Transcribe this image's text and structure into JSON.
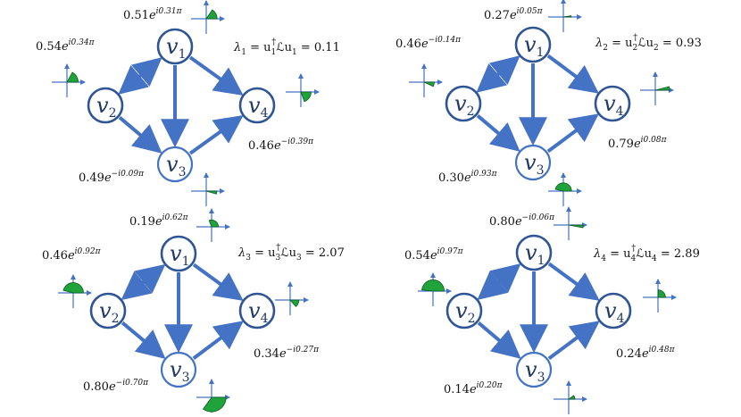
{
  "colors": {
    "edge": "#4472c4",
    "node_stroke": "#2f5597",
    "node_text": "#1f3864",
    "axis": "#4472c4",
    "sector_fill": "#1fa33a",
    "sector_stroke": "#0f5c1f"
  },
  "panels": [
    {
      "eigen_label": {
        "base": "λ",
        "sub": "1",
        "mid": " = u",
        "mid_sub": "1",
        "dagger": "†",
        "op": "ℒu",
        "op_sub": "1",
        "value": " = 0.11"
      },
      "nodes": [
        {
          "id": "v1",
          "label": "v",
          "sub": "1",
          "filled": true,
          "value": {
            "mag": "0.51",
            "phase": "i0.31π"
          },
          "angle_frac": 0.31,
          "mag_num": 0.51
        },
        {
          "id": "v2",
          "label": "v",
          "sub": "2",
          "filled": true,
          "value": {
            "mag": "0.54",
            "phase": "i0.34π"
          },
          "angle_frac": 0.34,
          "mag_num": 0.54
        },
        {
          "id": "v3",
          "label": "v",
          "sub": "3",
          "filled": false,
          "value": {
            "mag": "0.49",
            "phase": "−i0.09π"
          },
          "angle_frac": -0.09,
          "mag_num": 0.49
        },
        {
          "id": "v4",
          "label": "v",
          "sub": "4",
          "filled": true,
          "value": {
            "mag": "0.46",
            "phase": "−i0.39π"
          },
          "angle_frac": -0.39,
          "mag_num": 0.46
        }
      ]
    },
    {
      "eigen_label": {
        "base": "λ",
        "sub": "2",
        "mid": " = u",
        "mid_sub": "2",
        "dagger": "†",
        "op": "ℒu",
        "op_sub": "2",
        "value": " = 0.93"
      },
      "nodes": [
        {
          "id": "v1",
          "label": "v",
          "sub": "1",
          "filled": true,
          "value": {
            "mag": "0.27",
            "phase": "i0.05π"
          },
          "angle_frac": 0.05,
          "mag_num": 0.27
        },
        {
          "id": "v2",
          "label": "v",
          "sub": "2",
          "filled": true,
          "value": {
            "mag": "0.46",
            "phase": "−i0.14π"
          },
          "angle_frac": -0.14,
          "mag_num": 0.46
        },
        {
          "id": "v3",
          "label": "v",
          "sub": "3",
          "filled": false,
          "value": {
            "mag": "0.30",
            "phase": "i0.93π"
          },
          "angle_frac": 0.93,
          "mag_num": 0.3
        },
        {
          "id": "v4",
          "label": "v",
          "sub": "4",
          "filled": true,
          "value": {
            "mag": "0.79",
            "phase": "i0.08π"
          },
          "angle_frac": 0.08,
          "mag_num": 0.79
        }
      ]
    },
    {
      "eigen_label": {
        "base": "λ",
        "sub": "3",
        "mid": " = u",
        "mid_sub": "3",
        "dagger": "†",
        "op": "ℒu",
        "op_sub": "3",
        "value": " = 2.07"
      },
      "nodes": [
        {
          "id": "v1",
          "label": "v",
          "sub": "1",
          "filled": true,
          "value": {
            "mag": "0.19",
            "phase": "i0.62π"
          },
          "angle_frac": 0.62,
          "mag_num": 0.19
        },
        {
          "id": "v2",
          "label": "v",
          "sub": "2",
          "filled": true,
          "value": {
            "mag": "0.46",
            "phase": "i0.92π"
          },
          "angle_frac": 0.92,
          "mag_num": 0.46
        },
        {
          "id": "v3",
          "label": "v",
          "sub": "3",
          "filled": false,
          "value": {
            "mag": "0.80",
            "phase": "−i0.70π"
          },
          "angle_frac": -0.7,
          "mag_num": 0.8
        },
        {
          "id": "v4",
          "label": "v",
          "sub": "4",
          "filled": true,
          "value": {
            "mag": "0.34",
            "phase": "−i0.27π"
          },
          "angle_frac": -0.27,
          "mag_num": 0.34
        }
      ]
    },
    {
      "eigen_label": {
        "base": "λ",
        "sub": "4",
        "mid": " = u",
        "mid_sub": "4",
        "dagger": "†",
        "op": "ℒu",
        "op_sub": "4",
        "value": " = 2.89"
      },
      "nodes": [
        {
          "id": "v1",
          "label": "v",
          "sub": "1",
          "filled": true,
          "value": {
            "mag": "0.80",
            "phase": "−i0.06π"
          },
          "angle_frac": -0.06,
          "mag_num": 0.8
        },
        {
          "id": "v2",
          "label": "v",
          "sub": "2",
          "filled": true,
          "value": {
            "mag": "0.54",
            "phase": "i0.97π"
          },
          "angle_frac": 0.97,
          "mag_num": 0.54
        },
        {
          "id": "v3",
          "label": "v",
          "sub": "3",
          "filled": false,
          "value": {
            "mag": "0.14",
            "phase": "i0.20π"
          },
          "angle_frac": 0.2,
          "mag_num": 0.14
        },
        {
          "id": "v4",
          "label": "v",
          "sub": "4",
          "filled": true,
          "value": {
            "mag": "0.24",
            "phase": "i0.48π"
          },
          "angle_frac": 0.48,
          "mag_num": 0.24
        }
      ]
    }
  ]
}
